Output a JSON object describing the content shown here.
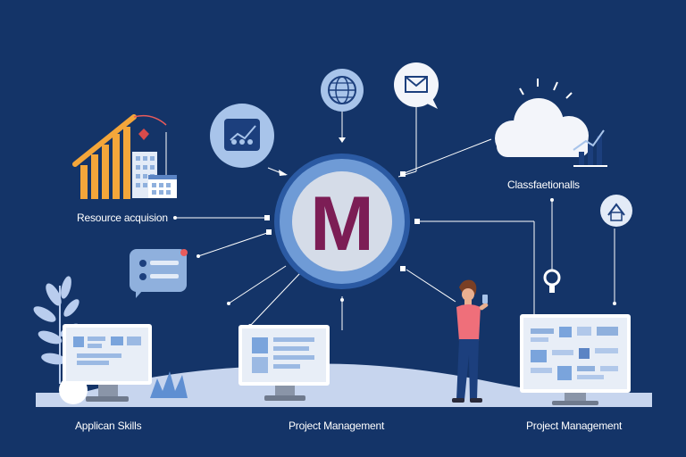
{
  "center": {
    "letter": "M"
  },
  "labels": {
    "resource": "Resource acquision",
    "classification": "Classfaetionalls",
    "applican": "Applican Skills",
    "pm_center": "Project Management",
    "pm_right": "Project Management"
  },
  "colors": {
    "background": "#143468",
    "hub_ring": "#6f9bd6",
    "hub_core": "#d5dce8",
    "letter": "#7c1d55",
    "chart_orange": "#f4a63a",
    "person_shirt": "#ef6f7a"
  },
  "icons": [
    "globe-icon",
    "mail-icon",
    "chart-bubble-icon",
    "cloud-icon",
    "chat-card-icon",
    "house-icon",
    "key-icon",
    "building-icon",
    "bar-chart-icon"
  ]
}
